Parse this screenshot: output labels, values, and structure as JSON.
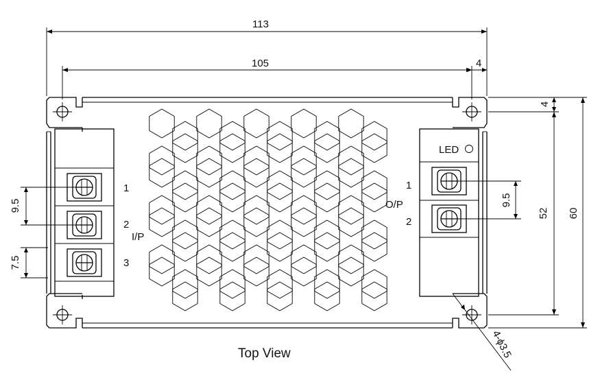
{
  "dimensions": {
    "overall_width": "113",
    "hole_spacing_x": "105",
    "edge_offset_x": "4",
    "edge_offset_y": "4",
    "hole_spacing_y": "52",
    "overall_height": "60",
    "input_terminal_pitch": "9.5",
    "input_edge_offset": "7.5",
    "output_terminal_pitch": "9.5",
    "mounting_holes": "4-ϕ3.5"
  },
  "input_terminal": {
    "label": "I/P",
    "pins": [
      "1",
      "2",
      "3"
    ]
  },
  "output_terminal": {
    "label": "O/P",
    "pins": [
      "1",
      "2"
    ]
  },
  "indicator": {
    "label": "LED"
  },
  "caption": "Top View"
}
